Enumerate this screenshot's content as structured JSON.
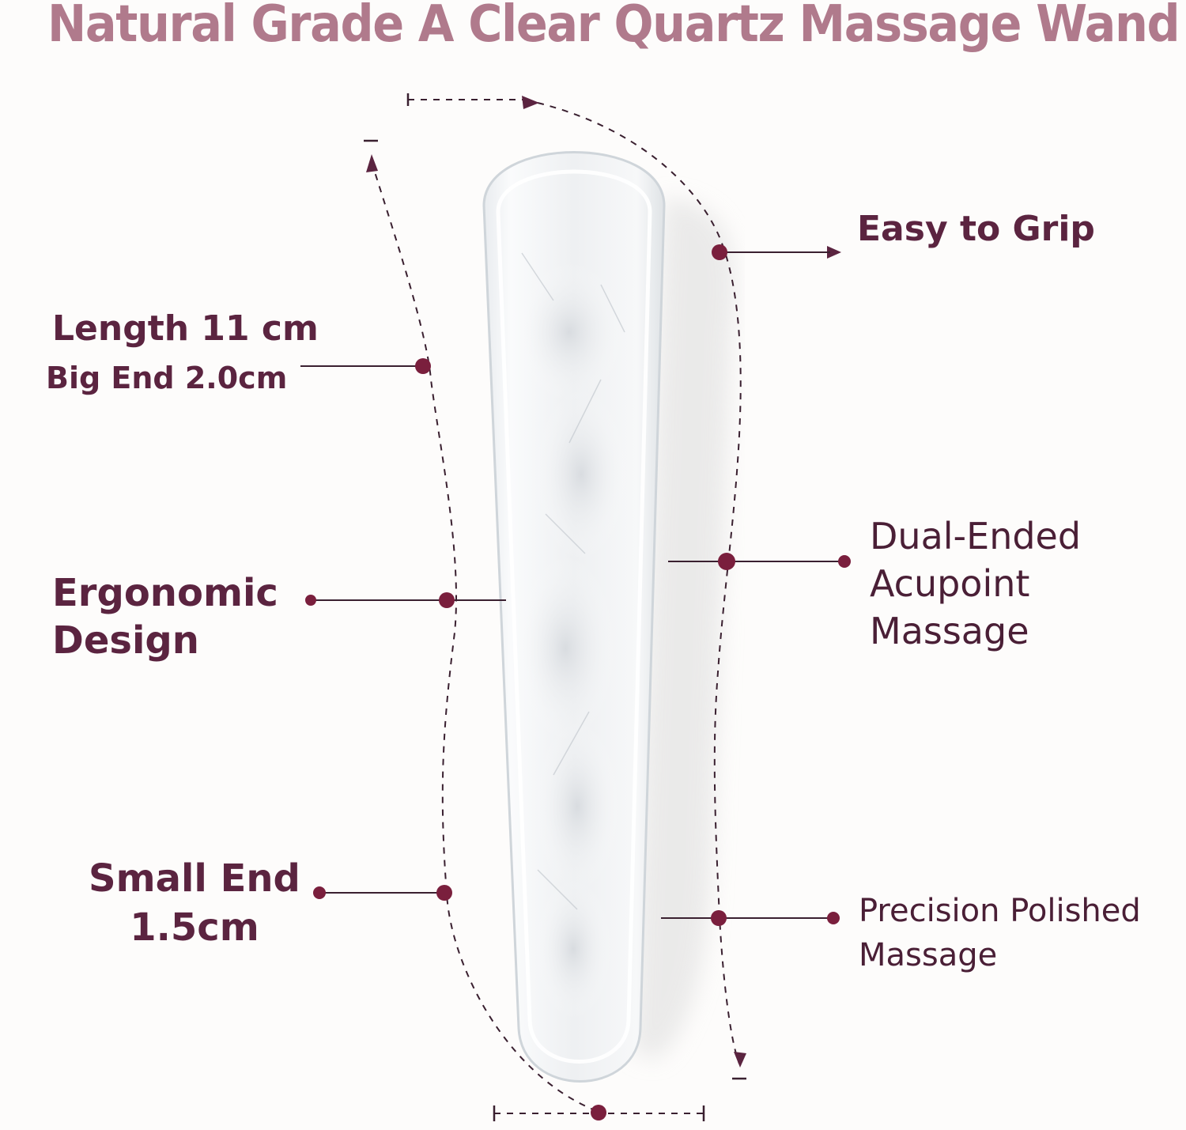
{
  "title": "Natural Grade A Clear Quartz Massage Wand",
  "labels": {
    "length": "Length 11 cm",
    "big_end": "Big End 2.0cm",
    "ergonomic_line1": "Ergonomic",
    "ergonomic_line2": "Design",
    "small_end_line1": "Small End",
    "small_end_line2": "1.5cm",
    "easy_grip": "Easy to Grip",
    "dual_line1": "Dual-Ended",
    "dual_line2": "Acupoint",
    "dual_line3": "Massage",
    "precision_line1": "Precision Polished",
    "precision_line2": "Massage"
  },
  "colors": {
    "title": "#b07a8c",
    "text": "#5b2440",
    "accent": "#7a1f3d",
    "background": "#fdfcfb"
  },
  "icons": {
    "marker": "dot-icon",
    "arrow": "arrow-right-icon"
  }
}
